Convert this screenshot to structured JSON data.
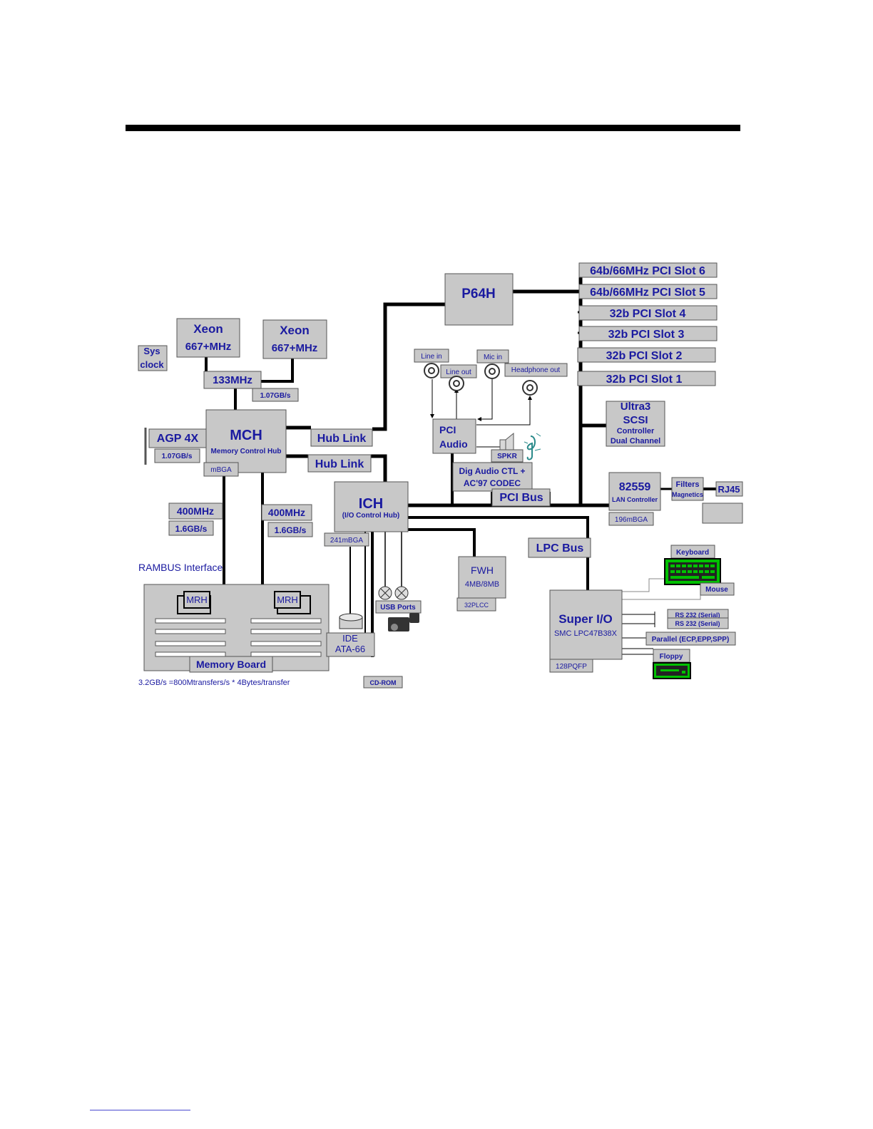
{
  "colors": {
    "box_fill": "#c8c8c8",
    "box_stroke": "#555555",
    "text": "#1a1aa0",
    "line": "#000000",
    "screen": "#00c000"
  },
  "blocks": {
    "p64h": "P64H",
    "pci_slot_6": "64b/66MHz PCI Slot 6",
    "pci_slot_5": "64b/66MHz PCI Slot 5",
    "pci_slot_4": "32b PCI Slot 4",
    "pci_slot_3": "32b PCI Slot 3",
    "pci_slot_2": "32b PCI Slot 2",
    "pci_slot_1": "32b PCI Slot 1",
    "xeon_1": [
      "Xeon",
      "667+MHz"
    ],
    "xeon_2": [
      "Xeon",
      "667+MHz"
    ],
    "sys_clock": [
      "Sys",
      "clock"
    ],
    "fsb_speed": "133MHz",
    "fsb_bw": "1.07GB/s",
    "mch": [
      "MCH",
      "Memory Control Hub"
    ],
    "mch_pkg": "mBGA",
    "agp": "AGP 4X",
    "agp_bw": "1.07GB/s",
    "hub_link_1": "Hub Link",
    "hub_link_2": "Hub Link",
    "line_in": "Line in",
    "line_out": "Line out",
    "mic_in": "Mic in",
    "headphone_out": "Headphone out",
    "pci_audio": [
      "PCI",
      "Audio"
    ],
    "spkr": "SPKR",
    "codec": [
      "Dig Audio CTL +",
      "AC'97  CODEC"
    ],
    "pci_bus": "PCI Bus",
    "scsi": [
      "Ultra3",
      "SCSI",
      "Controller",
      "Dual Channel"
    ],
    "lan": [
      "82559",
      "LAN Controller"
    ],
    "lan_pkg": "196mBGA",
    "filters": [
      "Filters",
      "Magnetics"
    ],
    "rj45": "RJ45",
    "ich": [
      "ICH",
      "(I/O Control Hub)"
    ],
    "ich_pkg": "241mBGA",
    "rambus_1_speed": "400MHz",
    "rambus_1_bw": "1.6GB/s",
    "rambus_2_speed": "400MHz",
    "rambus_2_bw": "1.6GB/s",
    "rambus_interface": "RAMBUS Interface",
    "mrh_1": "MRH",
    "mrh_2": "MRH",
    "memory_board": "Memory Board",
    "memory_formula": "3.2GB/s =800Mtransfers/s * 4Bytes/transfer",
    "ide": [
      "IDE",
      "ATA-66"
    ],
    "usb_ports": "USB Ports",
    "cdrom": "CD-ROM",
    "fwh": [
      "FWH",
      "4MB/8MB"
    ],
    "fwh_pkg": "32PLCC",
    "lpc_bus": "LPC Bus",
    "super_io": [
      "Super I/O",
      "SMC LPC47B38X"
    ],
    "super_io_pkg": "128PQFP",
    "keyboard": "Keyboard",
    "mouse": "Mouse",
    "rs232_1": "RS 232 (Serial)",
    "rs232_2": "RS 232 (Serial)",
    "parallel": "Parallel (ECP,EPP,SPP)",
    "floppy": "Floppy"
  }
}
